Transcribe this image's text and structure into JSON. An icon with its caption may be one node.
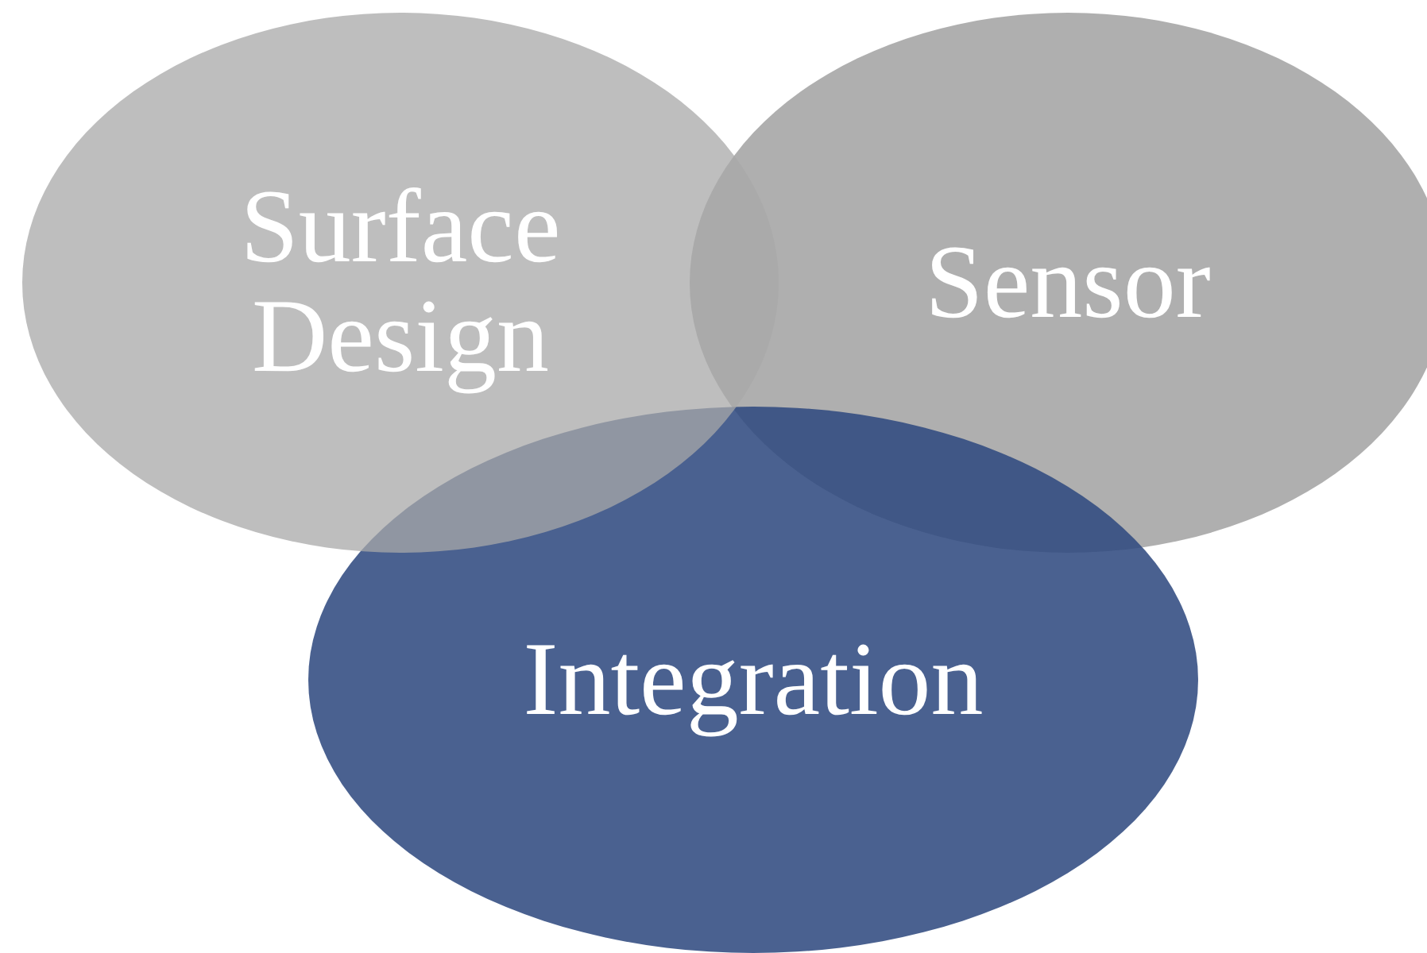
{
  "diagram": {
    "nodes": [
      {
        "text": [
          "Surface Design"
        ]
      },
      {
        "text": [
          "Sensor"
        ]
      },
      {
        "text": [
          "Integration"
        ]
      }
    ]
  }
}
